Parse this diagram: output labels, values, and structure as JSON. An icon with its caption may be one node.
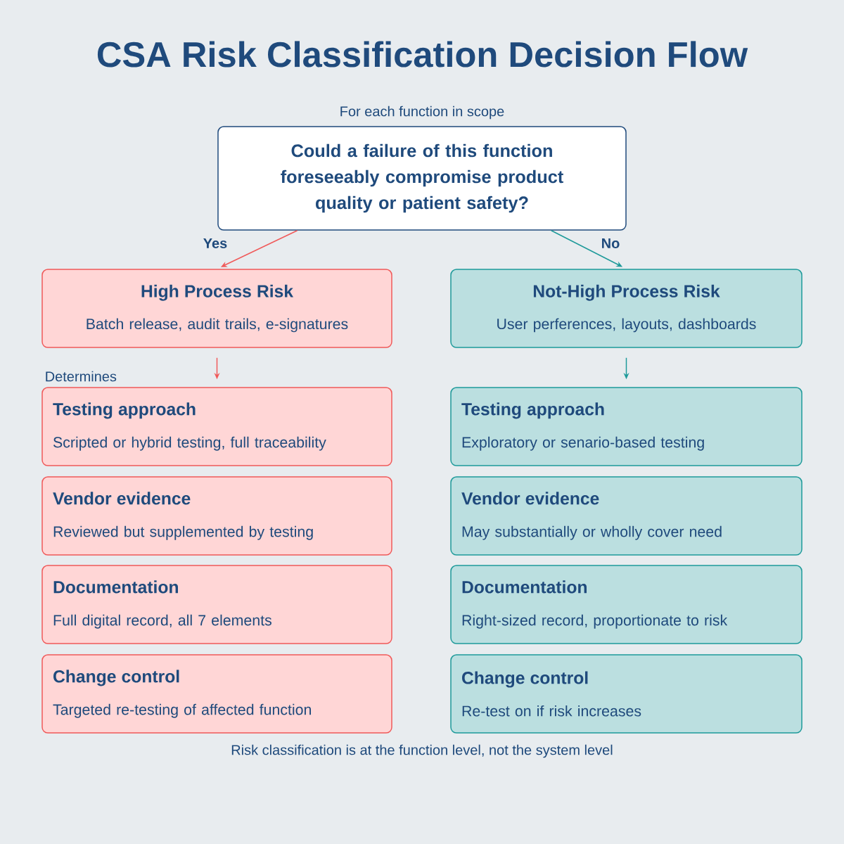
{
  "diagram": {
    "title": "CSA Risk Classification Decision Flow",
    "nodes": [
      {
        "text": [
          "Could a failure of this function foreseeably compromise product quality or patient safety?"
        ],
        "beside": [
          "For each function in scope"
        ]
      },
      {
        "text": [
          "High Process Risk",
          "Batch release, audit trails, e-signatures"
        ]
      },
      {
        "text": [
          "Not-High Process Risk",
          "User perferences, layouts, dashboards"
        ]
      },
      {
        "text": [
          "Testing approach",
          "Scripted or hybrid testing, full traceability"
        ]
      },
      {
        "text": [
          "Vendor evidence",
          "Reviewed but supplemented by testing"
        ]
      },
      {
        "text": [
          "Documentation",
          "Full digital record, all 7 elements"
        ]
      },
      {
        "text": [
          "Change control",
          "Targeted re-testing of affected function"
        ]
      },
      {
        "text": [
          "Testing approach",
          "Exploratory or senario-based testing"
        ]
      },
      {
        "text": [
          "Vendor evidence",
          "May substantially or wholly cover need"
        ]
      },
      {
        "text": [
          "Documentation",
          "Right-sized record, proportionate to risk"
        ]
      },
      {
        "text": [
          "Change control",
          "Re-test on if risk increases"
        ]
      }
    ],
    "edges": [
      {
        "from": 0,
        "to": 1,
        "arrow": "to",
        "label": "Yes",
        "color": "#f05a5a"
      },
      {
        "from": 0,
        "to": 2,
        "arrow": "to",
        "label": "No",
        "color": "#1e9a9a"
      },
      {
        "from": 1,
        "to": 3,
        "arrow": "to",
        "color": "#f05a5a"
      },
      {
        "from": 2,
        "to": 7,
        "arrow": "to",
        "color": "#1e9a9a"
      }
    ],
    "labels": [
      "Determines",
      "Risk classification is at the function level, not the system level"
    ]
  }
}
